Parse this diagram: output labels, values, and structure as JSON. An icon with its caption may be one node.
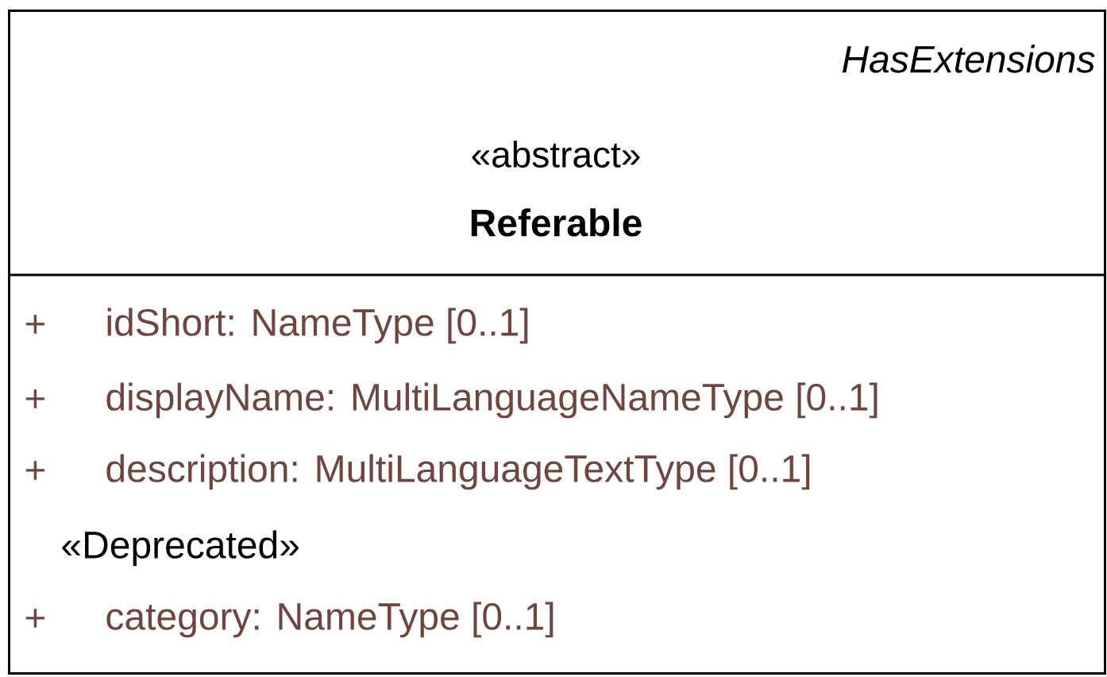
{
  "diagram": {
    "nodes": [
      {
        "text": [
          "HasExtensions",
          "«abstract»",
          "Referable",
          "+",
          "idShort: NameType [0..1]",
          "+",
          "displayName: MultiLanguageNameType [0..1]",
          "+",
          "description: MultiLanguageTextType [0..1]",
          "«Deprecated»",
          "+",
          "category: NameType [0..1]"
        ]
      }
    ]
  }
}
